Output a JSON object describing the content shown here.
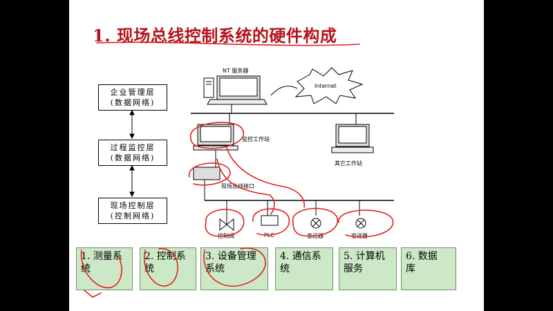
{
  "title": "1. 现场总线控制系统的硬件构成",
  "layers": [
    {
      "name": "企业管理层",
      "sub": "(数据网络)"
    },
    {
      "name": "过程监控层",
      "sub": "(数据网络)"
    },
    {
      "name": "现场控制层",
      "sub": "(控制网络)"
    }
  ],
  "labels": {
    "nt_server": "NT 服务器",
    "internet": "Internet",
    "monitor_station": "监控工作站",
    "other_station": "其它工作站",
    "fieldbus_interface": "现场总线接口",
    "control_valve": "控制阀",
    "plc": "PLC",
    "transmitter_1": "变送器",
    "transmitter_2": "变送器"
  },
  "boxes": [
    {
      "line1": "1. 测量系",
      "line2": "统"
    },
    {
      "line1": "2. 控制系",
      "line2": "统"
    },
    {
      "line1": "3. 设备管理",
      "line2": "系统"
    },
    {
      "line1": "4. 通信系",
      "line2": "统"
    },
    {
      "line1": "5. 计算机",
      "line2": "服务"
    },
    {
      "line1": "6. 数据",
      "line2": "库"
    }
  ],
  "colors": {
    "title": "#b5121b",
    "box_fill": "#cde8c6",
    "annotation": "#e0201c"
  }
}
